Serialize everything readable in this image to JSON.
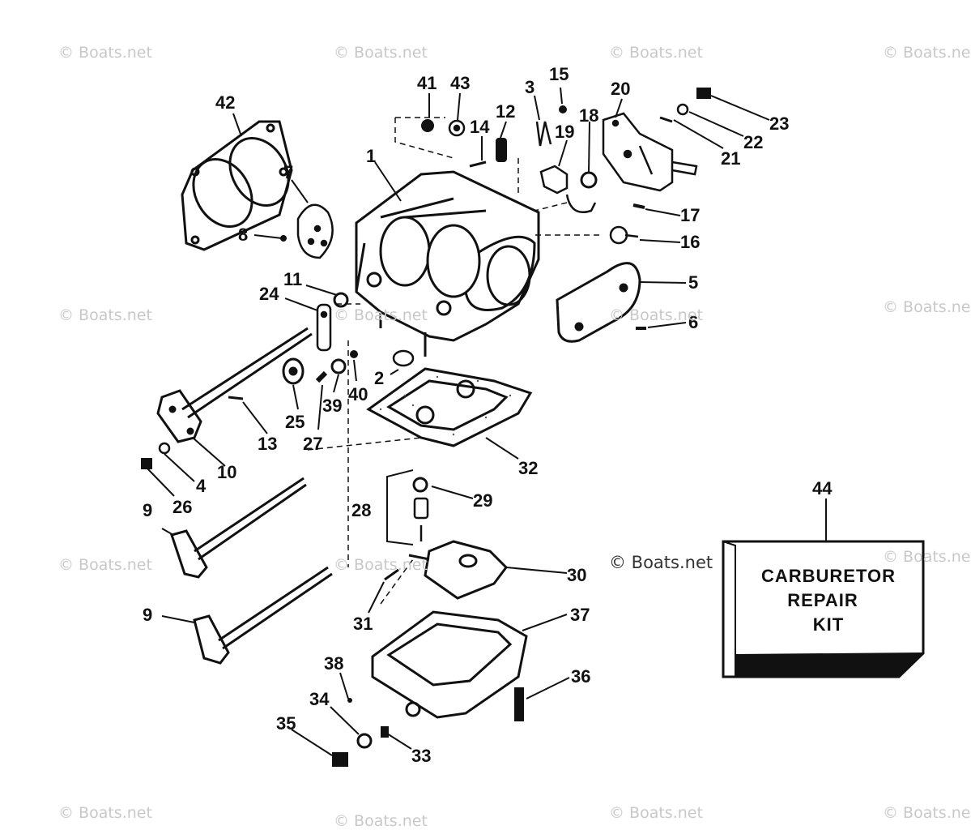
{
  "watermark": "© Boats.net",
  "kit": {
    "number": "44",
    "line1": "CARBURETOR",
    "line2": "REPAIR",
    "line3": "KIT"
  },
  "part_numbers": [
    "1",
    "2",
    "3",
    "4",
    "5",
    "6",
    "7",
    "8",
    "9",
    "9",
    "10",
    "11",
    "12",
    "13",
    "14",
    "15",
    "16",
    "17",
    "18",
    "19",
    "20",
    "21",
    "22",
    "23",
    "24",
    "25",
    "26",
    "27",
    "28",
    "29",
    "30",
    "31",
    "32",
    "33",
    "34",
    "35",
    "36",
    "37",
    "38",
    "39",
    "40",
    "41",
    "42",
    "43"
  ]
}
